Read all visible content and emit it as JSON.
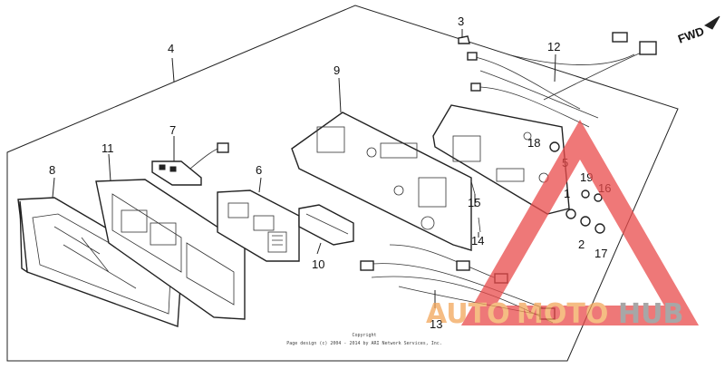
{
  "diagram": {
    "fwd_label": "FWD",
    "callouts": [
      {
        "id": "1",
        "text": "1"
      },
      {
        "id": "2",
        "text": "2"
      },
      {
        "id": "3",
        "text": "3"
      },
      {
        "id": "4",
        "text": "4"
      },
      {
        "id": "5",
        "text": "5"
      },
      {
        "id": "6",
        "text": "6"
      },
      {
        "id": "7",
        "text": "7"
      },
      {
        "id": "8",
        "text": "8"
      },
      {
        "id": "9",
        "text": "9"
      },
      {
        "id": "10",
        "text": "10"
      },
      {
        "id": "11",
        "text": "11"
      },
      {
        "id": "12",
        "text": "12"
      },
      {
        "id": "13",
        "text": "13"
      },
      {
        "id": "14",
        "text": "14"
      },
      {
        "id": "15",
        "text": "15"
      },
      {
        "id": "16",
        "text": "16"
      },
      {
        "id": "17",
        "text": "17"
      },
      {
        "id": "18",
        "text": "18"
      },
      {
        "id": "19",
        "text": "19"
      }
    ],
    "copyright_title": "Copyright",
    "copyright_line": "Page design (c) 2004 - 2014 by ARI Network Services, Inc."
  },
  "watermark": {
    "text_auto": "AUTO",
    "text_moto": "MOTO",
    "text_hub": "HUB",
    "color_red": "#e94b4b",
    "color_orange": "#f2a65a",
    "color_gray": "#8a8a8a"
  }
}
